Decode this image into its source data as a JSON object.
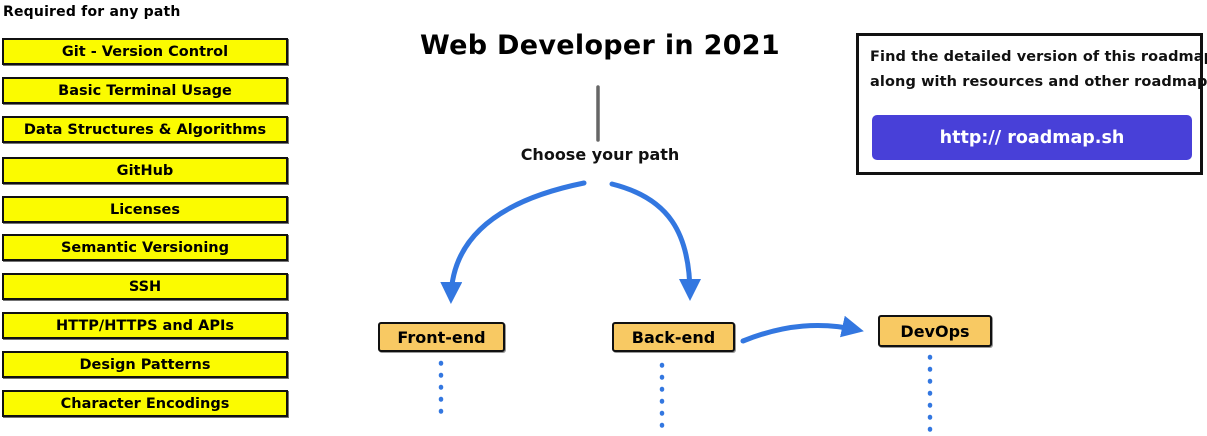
{
  "page": {
    "title": "Web Developer in 2021",
    "subtitle": "Choose your path"
  },
  "sidebar": {
    "header": "Required for any path",
    "items": [
      "Git - Version Control",
      "Basic Terminal Usage",
      "Data Structures & Algorithms",
      "GitHub",
      "Licenses",
      "Semantic Versioning",
      "SSH",
      "HTTP/HTTPS and APIs",
      "Design Patterns",
      "Character Encodings"
    ]
  },
  "nodes": {
    "front_end": "Front-end",
    "back_end": "Back-end",
    "devops": "DevOps"
  },
  "info_box": {
    "line1": "Find the detailed version of this roadmap",
    "line2": "along with resources and other roadmaps",
    "link_label": "http:// roadmap.sh"
  },
  "colors": {
    "highlight_yellow": "#FBFB00",
    "node_amber": "#F8C963",
    "arrow_blue": "#3377E0",
    "link_purple": "#4840D8",
    "line_gray": "#666666",
    "border_black": "#111111"
  }
}
